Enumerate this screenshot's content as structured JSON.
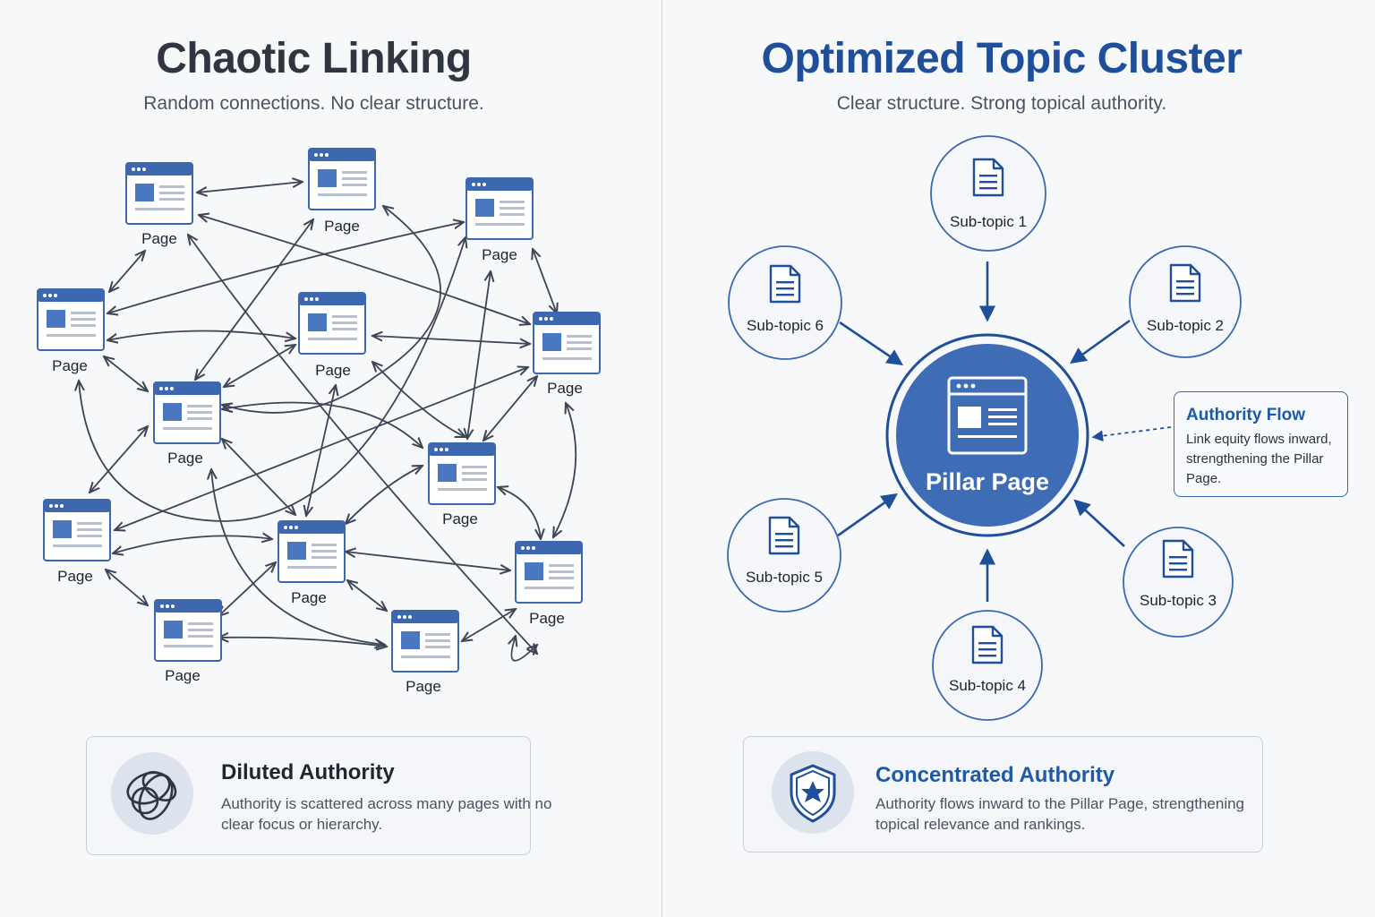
{
  "left": {
    "title": "Chaotic Linking",
    "subtitle": "Random connections. No clear structure.",
    "page_label": "Page",
    "card": {
      "title": "Diluted Authority",
      "text": "Authority is scattered across many pages with no clear focus or hierarchy.",
      "icon": "tangled-loops-icon"
    }
  },
  "right": {
    "title": "Optimized Topic Cluster",
    "subtitle": "Clear structure. Strong topical authority.",
    "pillar_label": "Pillar Page",
    "subtopics": [
      "Sub-topic 1",
      "Sub-topic 2",
      "Sub-topic 3",
      "Sub-topic 4",
      "Sub-topic 5",
      "Sub-topic 6"
    ],
    "flow_box": {
      "title": "Authority Flow",
      "text": "Link equity flows inward, strengthening the Pillar Page."
    },
    "card": {
      "title": "Concentrated Authority",
      "text": "Authority flows inward to the Pillar Page, strengthening topical relevance and rankings.",
      "icon": "shield-star-icon"
    }
  },
  "colors": {
    "accent": "#1f5aa6",
    "pillar_fill": "#3f6db5",
    "page_header": "#3d68b0",
    "arrow": "#3c4656"
  }
}
